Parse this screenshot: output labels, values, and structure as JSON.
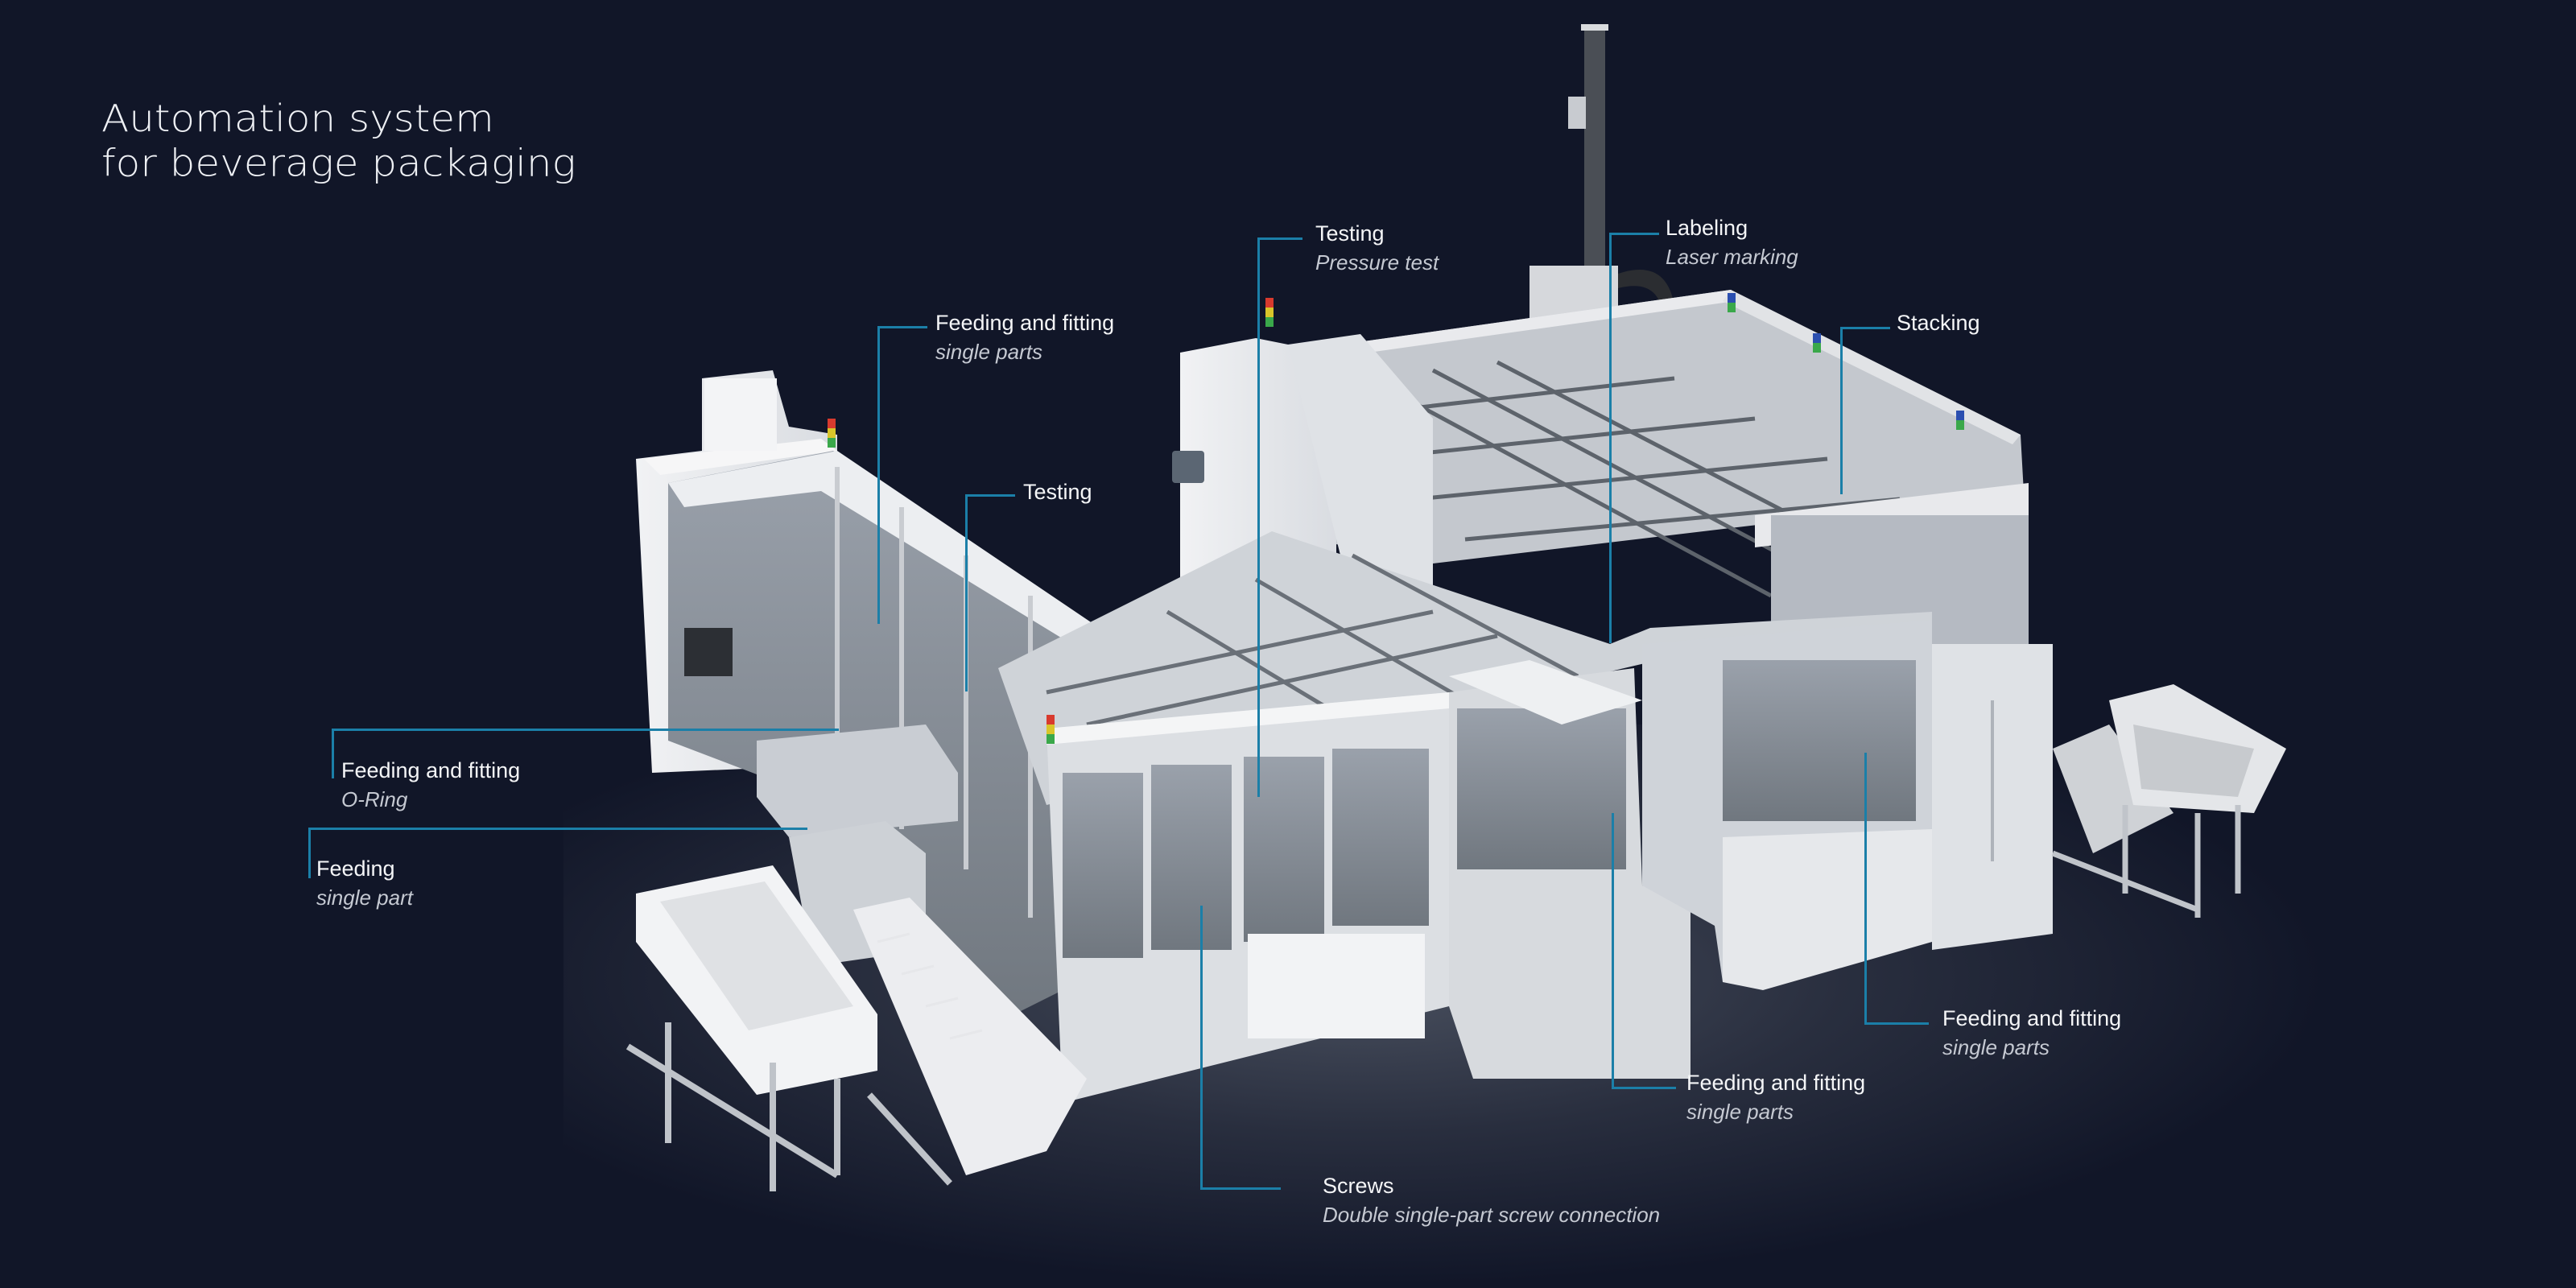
{
  "title": {
    "line1": "Automation system",
    "line2": "for beverage packaging"
  },
  "colors": {
    "background": "#111628",
    "leader_line": "#1b7fa8",
    "label_text": "#f4f5f7",
    "sublabel_text": "#c5c9d2",
    "machine_body": "#e4e6ea",
    "signal_red": "#d83a2e",
    "signal_yellow": "#d9c52a",
    "signal_green": "#3aa84a",
    "signal_blue": "#2b4fb0"
  },
  "callouts": [
    {
      "id": "feeding-fitting-single-parts-top",
      "label": "Feeding and fitting",
      "sublabel": "single parts"
    },
    {
      "id": "testing-middle",
      "label": "Testing",
      "sublabel": ""
    },
    {
      "id": "testing-pressure",
      "label": "Testing",
      "sublabel": "Pressure test"
    },
    {
      "id": "labeling",
      "label": "Labeling",
      "sublabel": "Laser marking"
    },
    {
      "id": "stacking",
      "label": "Stacking",
      "sublabel": ""
    },
    {
      "id": "feeding-fitting-oring",
      "label": "Feeding and fitting",
      "sublabel": "O-Ring"
    },
    {
      "id": "feeding-single-part",
      "label": "Feeding",
      "sublabel": "single part"
    },
    {
      "id": "screws",
      "label": "Screws",
      "sublabel": "Double single-part screw connection"
    },
    {
      "id": "feeding-fitting-single-parts-bottom",
      "label": "Feeding and fitting",
      "sublabel": "single parts"
    },
    {
      "id": "feeding-fitting-single-parts-right",
      "label": "Feeding and fitting",
      "sublabel": "single parts"
    }
  ]
}
